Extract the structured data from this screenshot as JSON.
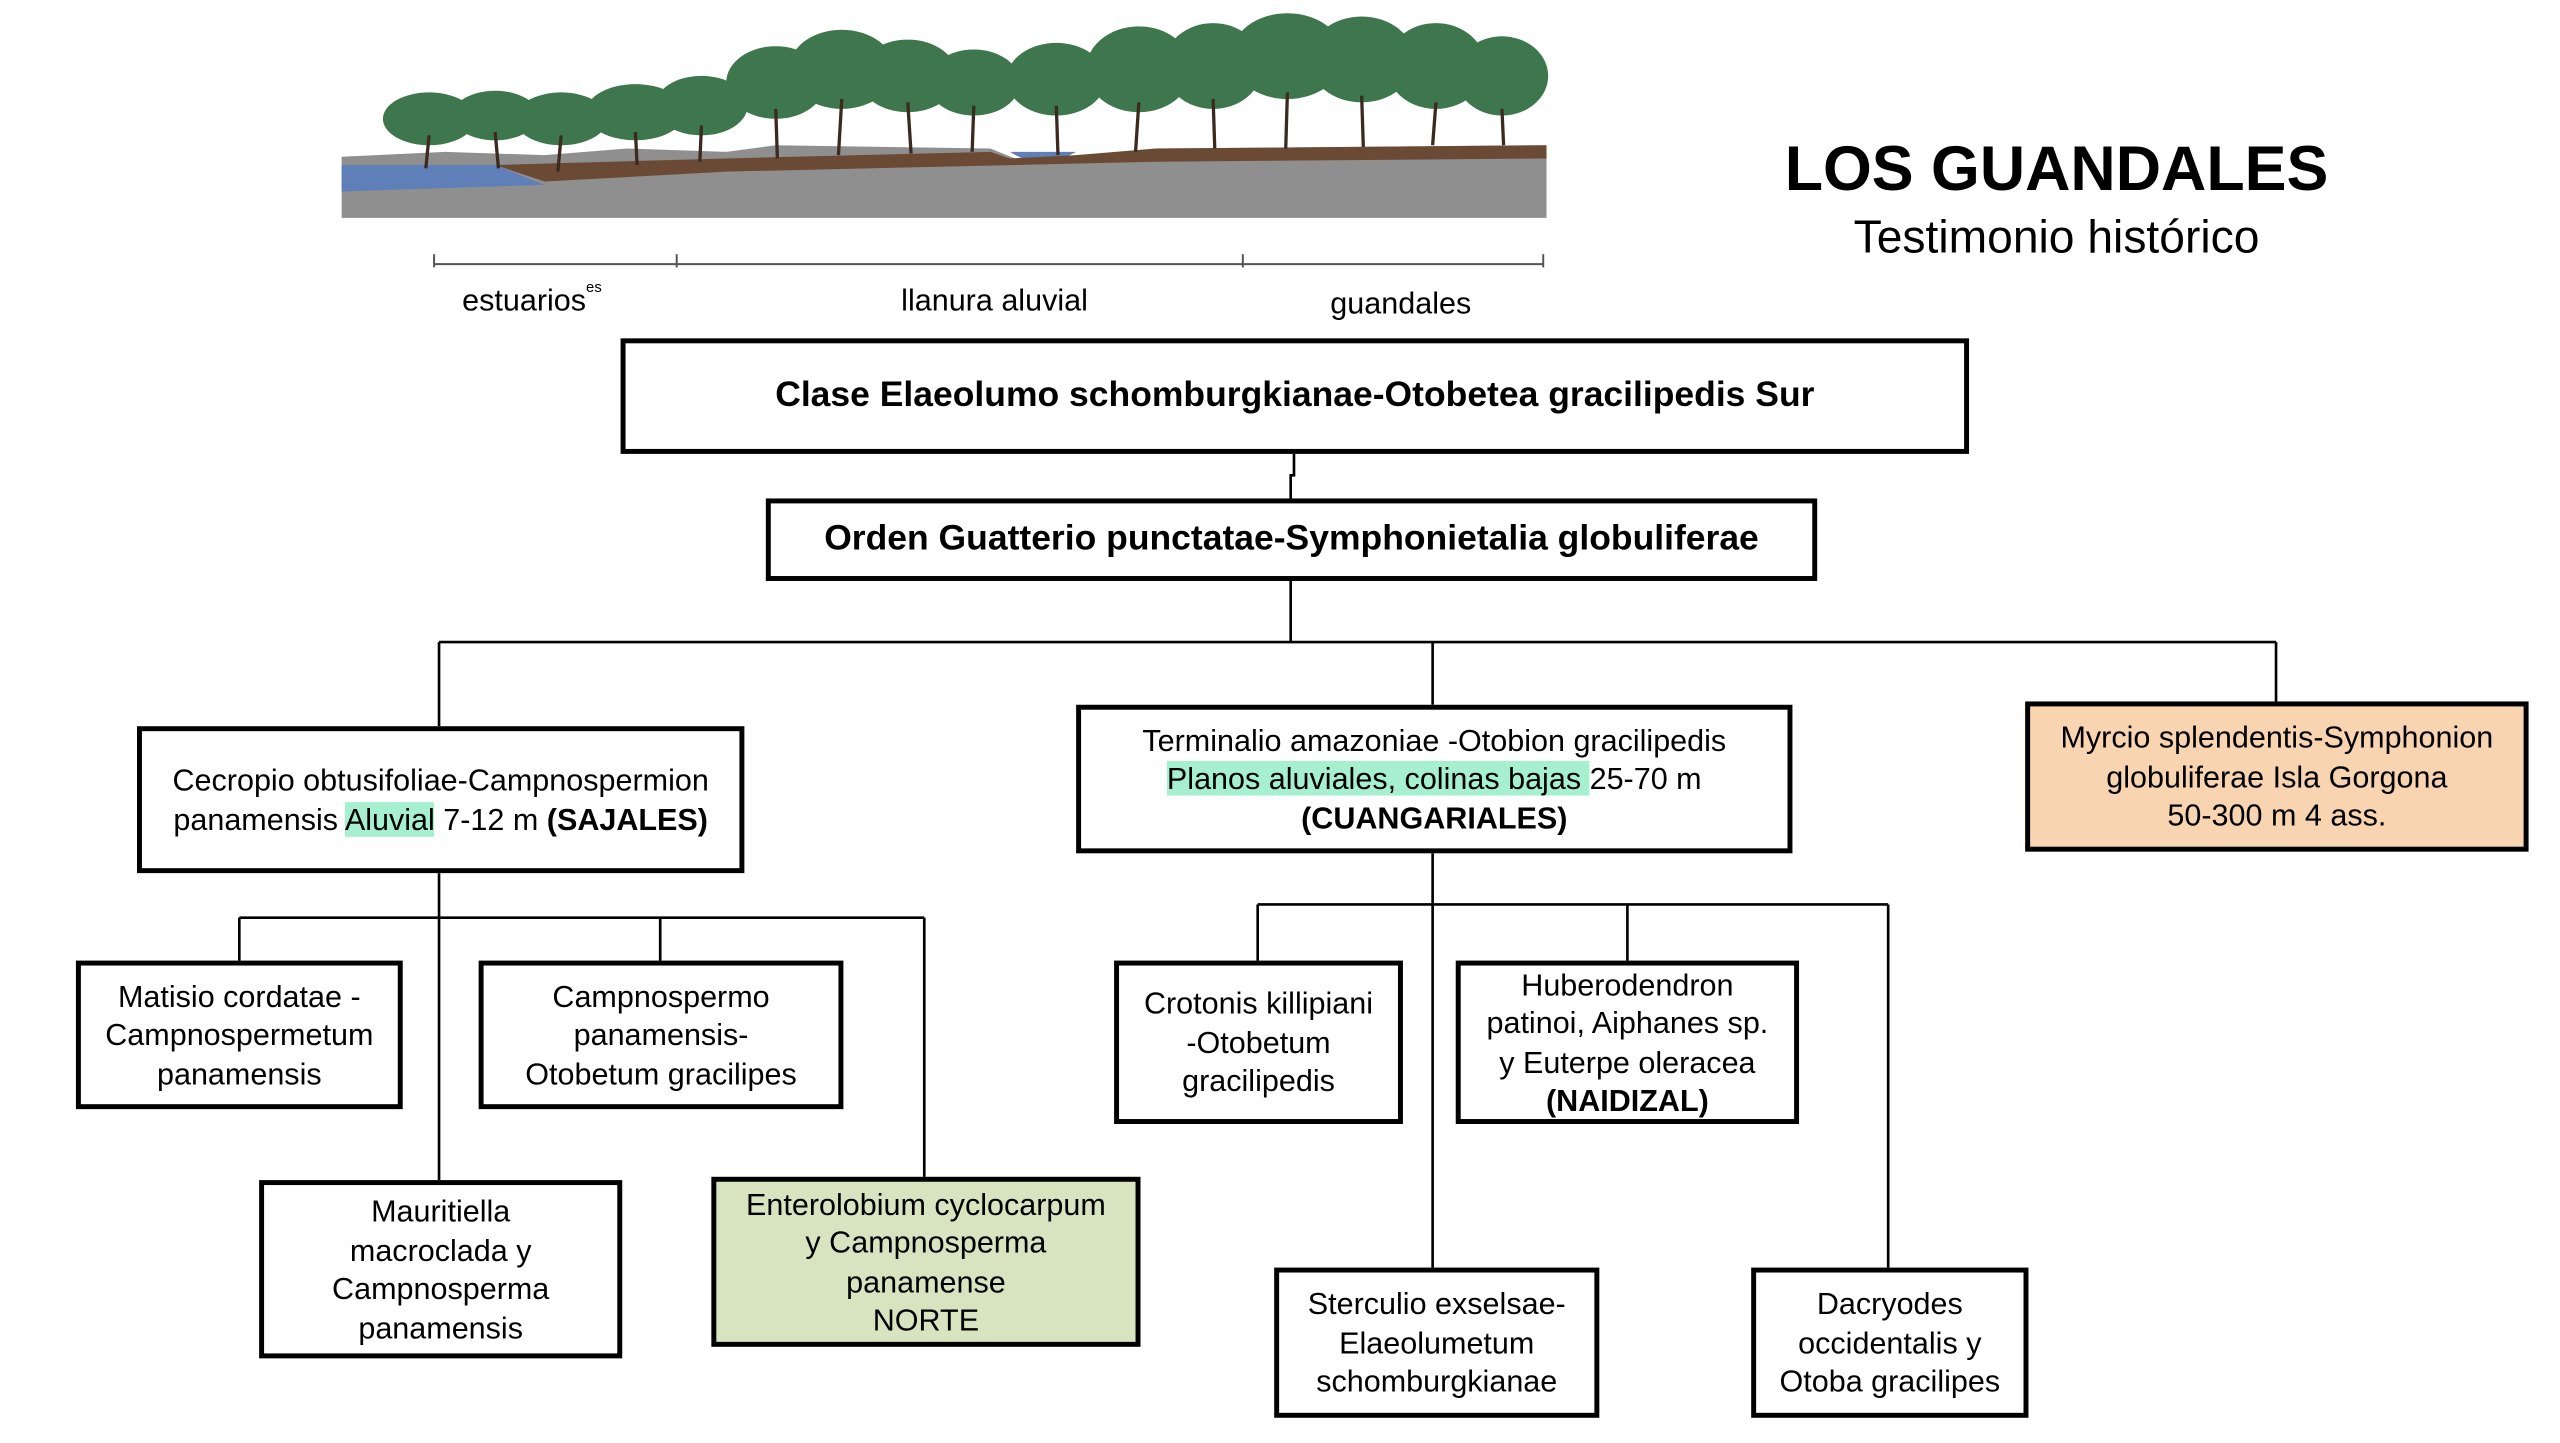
{
  "header": {
    "title": "LOS GUANDALES",
    "subtitle": "Testimonio histórico"
  },
  "profile": {
    "zones": [
      "estuarios",
      "llanura aluvial",
      "guandales"
    ],
    "estuarios_sup": "es"
  },
  "colors": {
    "highlight": "#a6f0cf",
    "gorgona_fill": "#f8d4b0",
    "norte_fill": "#d7e4bf",
    "water": "#5f7fb8",
    "ground": "#8f8f8f",
    "soil": "#6b4a35",
    "foliage": "#2e6b3e"
  },
  "nodes": {
    "clase": "Clase Elaeolumo schomburgkianae-Otobetea gracilipedis Sur",
    "orden": "Orden Guatterio punctatae-Symphonietalia globuliferae",
    "cecropio": {
      "l1": "Cecropio obtusifoliae-Campnospermion",
      "l2a": "panamensis ",
      "hl": "Aluvial",
      "l2b": " 7-12 m ",
      "bold": "(SAJALES)"
    },
    "terminalio": {
      "l1": "Terminalio amazoniae -Otobion gracilipedis",
      "hl": "Planos aluviales, colinas bajas ",
      "l2b": "25-70 m",
      "bold": "(CUANGARIALES)"
    },
    "myrcio": [
      "Myrcio splendentis-Symphonion",
      "globuliferae Isla Gorgona",
      "50-300 m 4 ass."
    ],
    "matisio": [
      "Matisio cordatae -",
      "Campnospermetum",
      "panamensis"
    ],
    "campnospermo": [
      "Campnospermo",
      "panamensis-",
      "Otobetum gracilipes"
    ],
    "mauritiella": [
      "Mauritiella",
      "macroclada y",
      "Campnosperma",
      "panamensis"
    ],
    "enterolobium": [
      "Enterolobium cyclocarpum",
      "y Campnosperma",
      "panamense",
      "NORTE"
    ],
    "crotonis": [
      "Crotonis killipiani",
      "-Otobetum",
      "gracilipedis"
    ],
    "huberodendron": [
      "Huberodendron",
      "patinoi, Aiphanes sp.",
      "y Euterpe oleracea",
      "(NAIDIZAL)"
    ],
    "sterculio": [
      "Sterculio exselsae-",
      "Elaeolumetum",
      "schomburgkianae"
    ],
    "dacryodes": [
      "Dacryodes",
      "occidentalis y",
      "Otoba gracilipes"
    ]
  }
}
